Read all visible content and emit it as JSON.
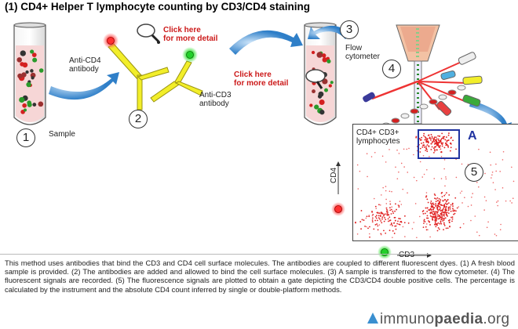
{
  "title": "(1) CD4+ Helper T lymphocyte counting by CD3/CD4 staining",
  "steps": [
    "1",
    "2",
    "3",
    "4",
    "5"
  ],
  "labels": {
    "sample": "Sample",
    "anti_cd4": "Anti-CD4\nantibody",
    "anti_cd3": "Anti-CD3\nantibody",
    "flow_cytometer": "Flow\ncytometer",
    "gate_label": "CD4+ CD3+\nlymphocytes",
    "gate_letter": "A",
    "y_axis": "CD4",
    "x_axis": "CD3"
  },
  "click_links": [
    "Click here\nfor more detail",
    "Click here\nfor more detail"
  ],
  "description": "This method uses antibodies that bind the CD3 and CD4 cell surface molecules. The antibodies are coupled to different fluorescent dyes. (1) A fresh blood sample is provided. (2) The antibodies are added and allowed to bind the cell surface molecules. (3) A sample is transferred to the flow cytometer. (4) The fluorescent signals are recorded. (5) The fluorescence signals are plotted to obtain a gate depicting the CD3/CD4 double positive cells. The percentage is calculated by the instrument and the absolute CD4 count inferred by single or double-platform methods.",
  "logo": {
    "part1": "immuno",
    "part2": "paedia",
    "part3": ".org"
  },
  "colors": {
    "red_dye": "#e02020",
    "green_dye": "#22c02a",
    "gate_blue": "#2033a0",
    "antibody_yellow": "#f2ee2a",
    "arrow_blue": "#3a8fd0",
    "link_red": "#cc1a1a"
  }
}
